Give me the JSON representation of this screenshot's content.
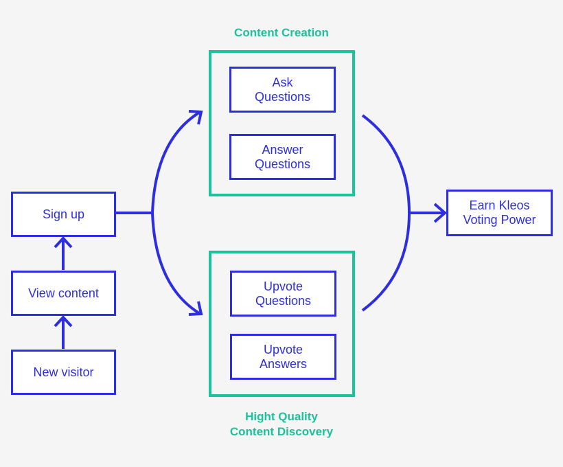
{
  "colors": {
    "background": "#f5f5f6",
    "primary": "#2d2ee0",
    "accent": "#1cc29a",
    "box_fill": "#ffffff"
  },
  "groups": {
    "content_creation": {
      "title": "Content Creation",
      "items": [
        "Ask Questions",
        "Answer Questions"
      ]
    },
    "content_discovery": {
      "title_line1": "Hight Quality",
      "title_line2": "Content Discovery",
      "items": [
        "Upvote Questions",
        "Upvote Answers"
      ]
    }
  },
  "nodes": {
    "new_visitor": "New visitor",
    "view_content": "View content",
    "sign_up": "Sign up",
    "ask_questions": {
      "line1": "Ask",
      "line2": "Questions"
    },
    "answer_questions": {
      "line1": "Answer",
      "line2": "Questions"
    },
    "upvote_questions": {
      "line1": "Upvote",
      "line2": "Questions"
    },
    "upvote_answers": {
      "line1": "Upvote",
      "line2": "Answers"
    },
    "earn_kleos": {
      "line1": "Earn Kleos",
      "line2": "Voting Power"
    }
  },
  "edges": [
    {
      "from": "New visitor",
      "to": "View content"
    },
    {
      "from": "View content",
      "to": "Sign up"
    },
    {
      "from": "Sign up",
      "to": "Content Creation"
    },
    {
      "from": "Sign up",
      "to": "Content Discovery"
    },
    {
      "from": "Content Creation",
      "to": "Earn Kleos Voting Power"
    },
    {
      "from": "Content Discovery",
      "to": "Earn Kleos Voting Power"
    }
  ]
}
